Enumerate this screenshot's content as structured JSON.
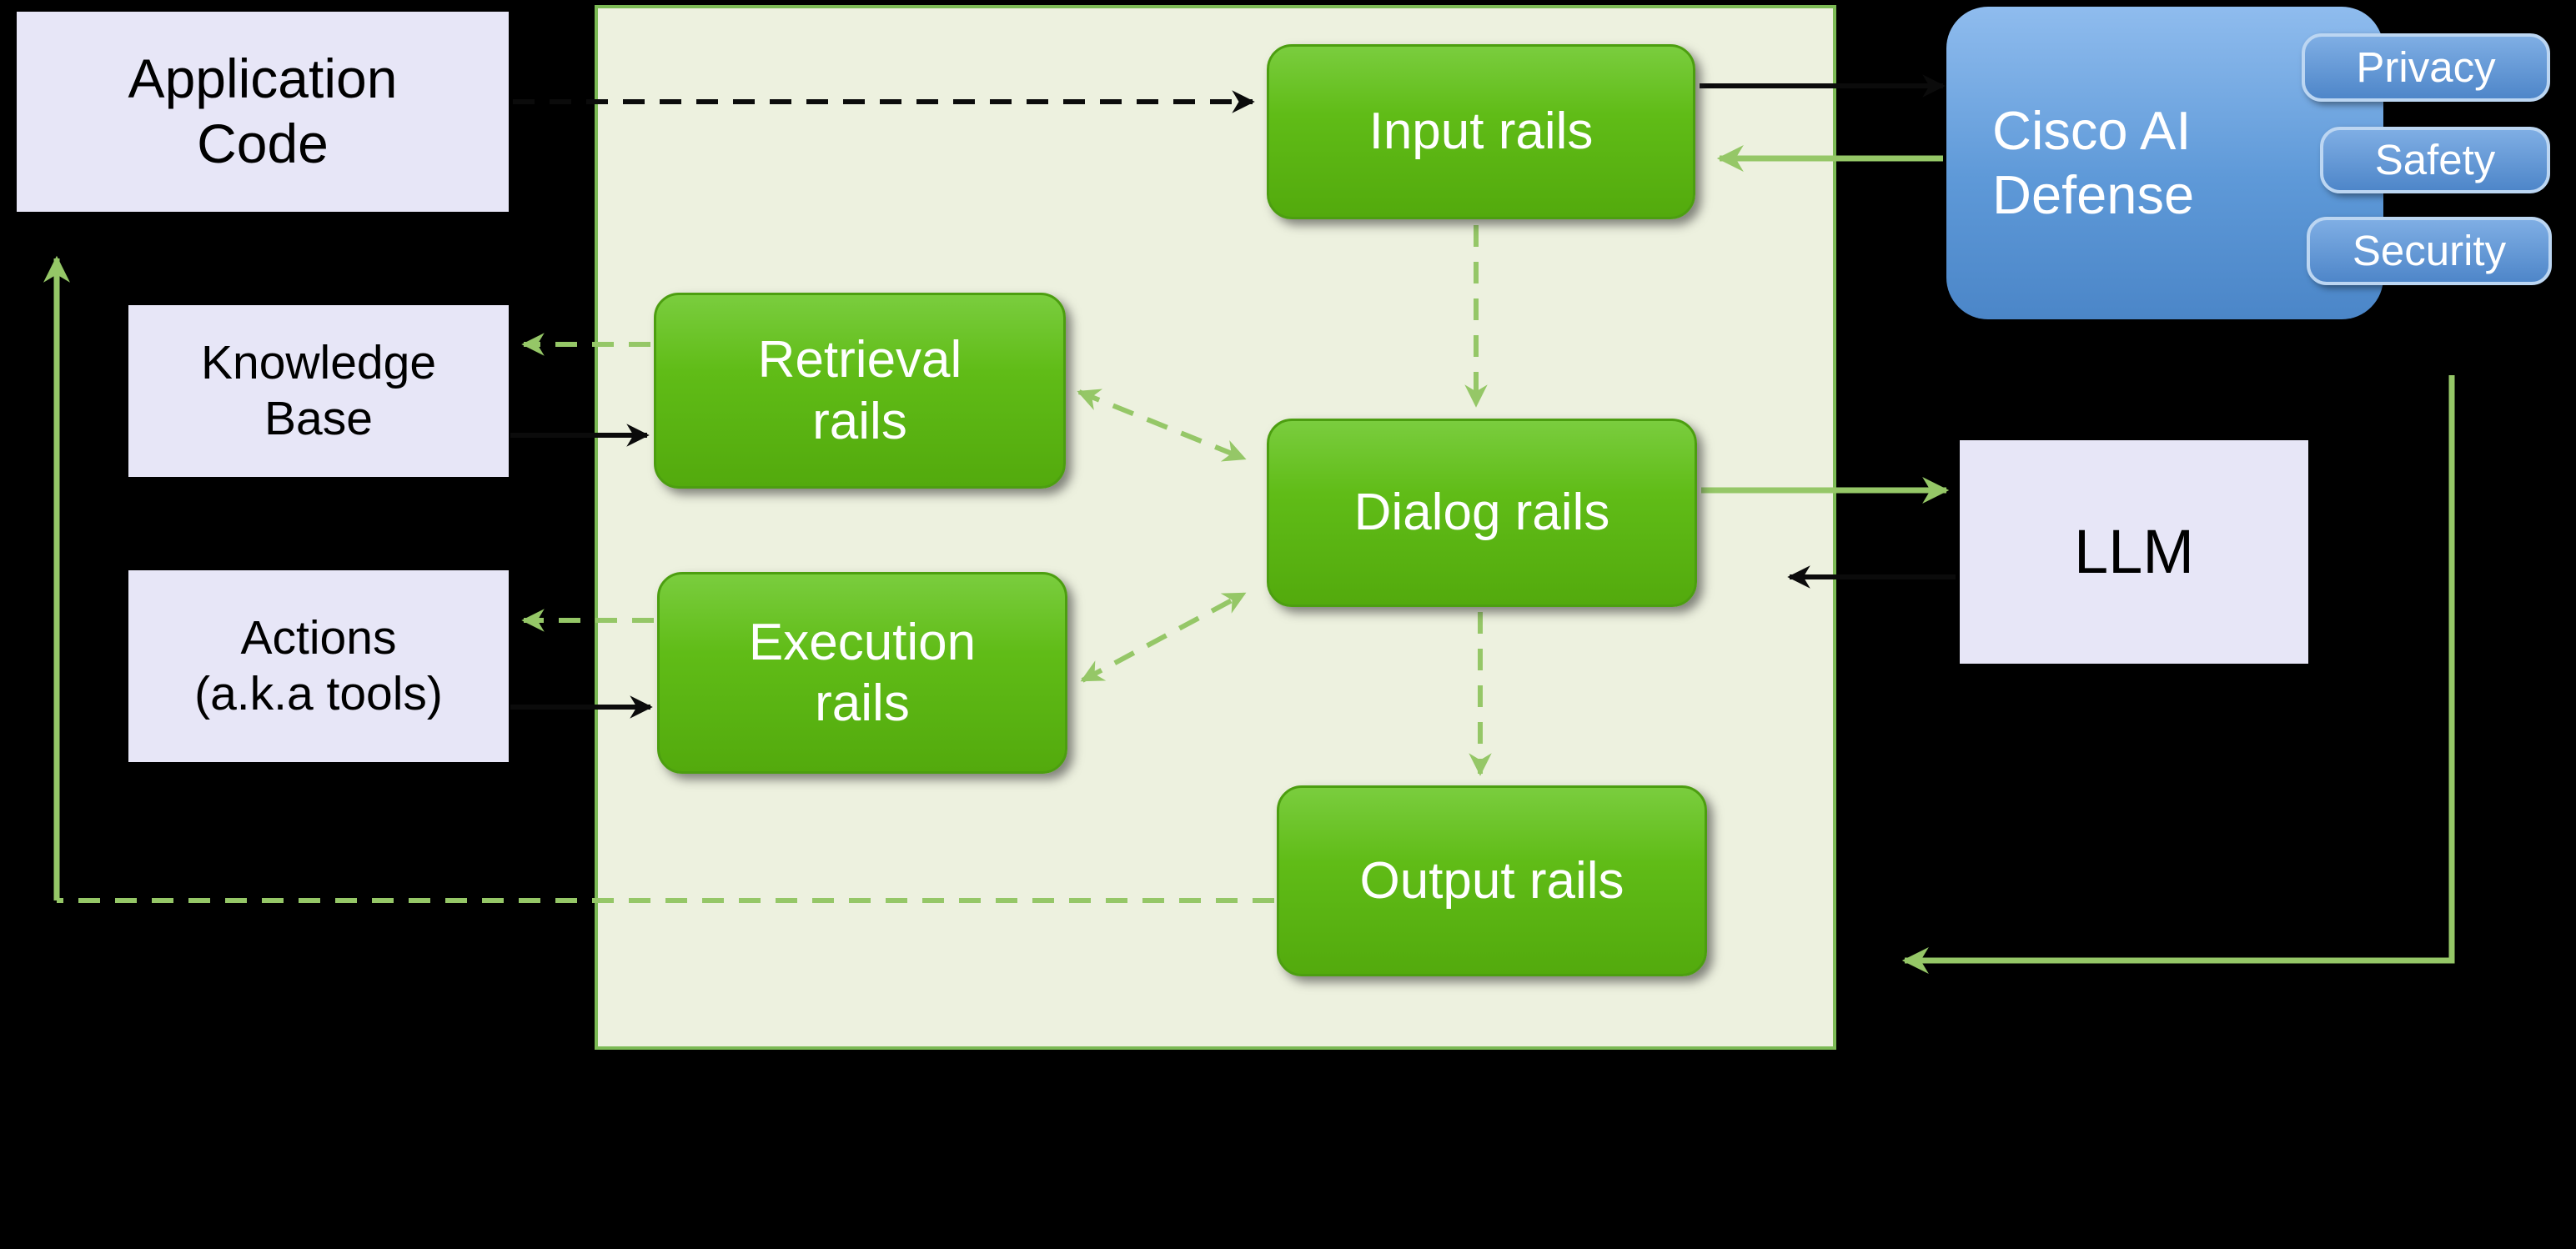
{
  "nodes": {
    "app_code": {
      "label": "Application\nCode"
    },
    "knowledge_base": {
      "label": "Knowledge\nBase"
    },
    "actions": {
      "label": "Actions\n(a.k.a tools)"
    },
    "input_rails": {
      "label": "Input rails"
    },
    "retrieval_rails": {
      "label": "Retrieval\nrails"
    },
    "dialog_rails": {
      "label": "Dialog rails"
    },
    "execution_rails": {
      "label": "Execution\nrails"
    },
    "output_rails": {
      "label": "Output rails"
    },
    "cisco_ai_defense": {
      "label": "Cisco AI\nDefense"
    },
    "privacy": {
      "label": "Privacy"
    },
    "safety": {
      "label": "Safety"
    },
    "security": {
      "label": "Security"
    },
    "llm": {
      "label": "LLM"
    }
  },
  "edges": [
    {
      "from": "Application Code",
      "to": "Input rails",
      "style": "dashed",
      "color": "black"
    },
    {
      "from": "Input rails",
      "to": "Cisco AI Defense",
      "style": "solid",
      "color": "black"
    },
    {
      "from": "Cisco AI Defense",
      "to": "Input rails",
      "style": "solid",
      "color": "green"
    },
    {
      "from": "Input rails",
      "to": "Dialog rails",
      "style": "dashed",
      "color": "green"
    },
    {
      "from": "Retrieval rails",
      "to": "Dialog rails",
      "style": "dashed",
      "color": "green",
      "bidirectional": true
    },
    {
      "from": "Execution rails",
      "to": "Dialog rails",
      "style": "dashed",
      "color": "green",
      "bidirectional": true
    },
    {
      "from": "Dialog rails",
      "to": "Output rails",
      "style": "dashed",
      "color": "green"
    },
    {
      "from": "Dialog rails",
      "to": "LLM",
      "style": "solid",
      "color": "green"
    },
    {
      "from": "LLM",
      "to": "Dialog rails",
      "style": "solid",
      "color": "black"
    },
    {
      "from": "Retrieval rails",
      "to": "Knowledge Base",
      "style": "dashed",
      "color": "green"
    },
    {
      "from": "Knowledge Base",
      "to": "Retrieval rails",
      "style": "solid",
      "color": "black"
    },
    {
      "from": "Execution rails",
      "to": "Actions",
      "style": "dashed",
      "color": "green"
    },
    {
      "from": "Actions",
      "to": "Execution rails",
      "style": "solid",
      "color": "black"
    },
    {
      "from": "Output rails",
      "to": "Application Code",
      "style": "dashed",
      "color": "green"
    },
    {
      "from": "Cisco AI Defense",
      "to": "Output rails area",
      "style": "solid",
      "color": "green"
    }
  ],
  "colors": {
    "panel_background": "#EDF1DF",
    "panel_border": "#7CBA55",
    "box_lavender": "#E7E6F7",
    "rail_green": "#5CB812",
    "cisco_blue": "#5B96D6",
    "chip_blue": "#4E86C9",
    "arrow_green": "#95C767",
    "arrow_black": "#0B0B0B"
  }
}
